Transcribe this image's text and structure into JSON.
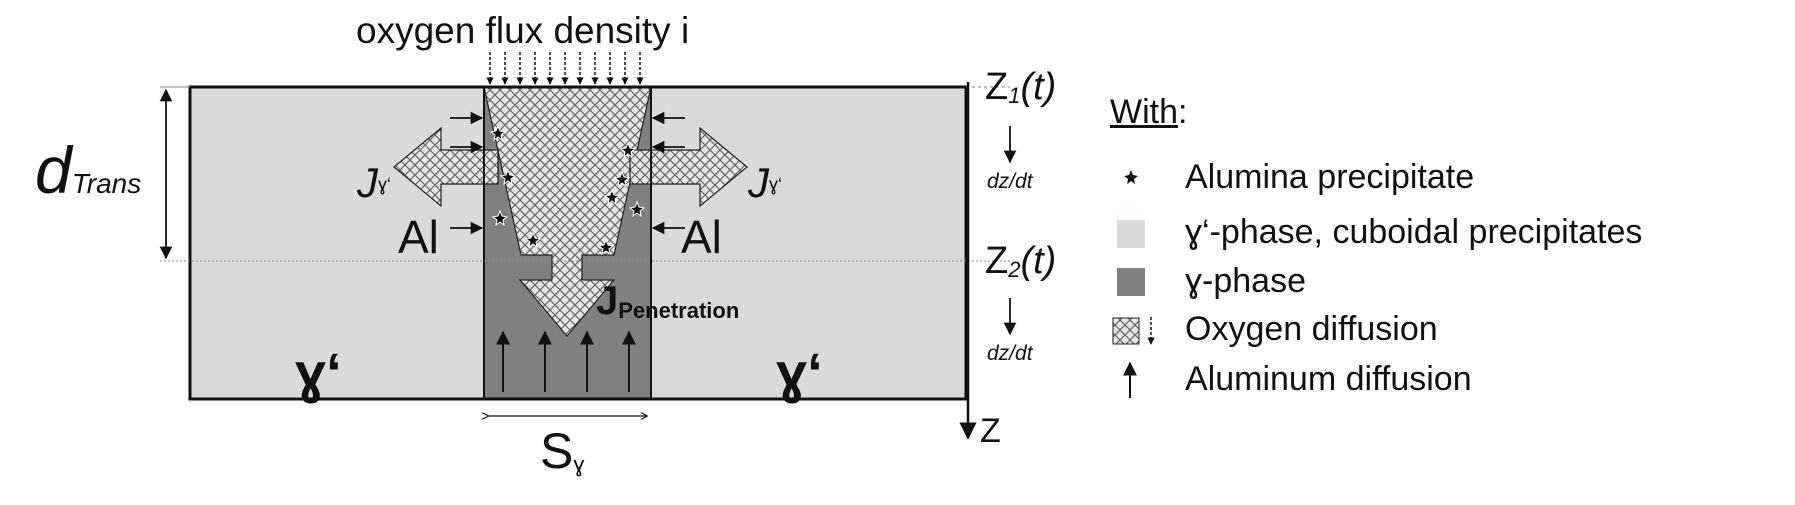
{
  "diagram": {
    "title": "oxygen flux density i",
    "d_main": "d",
    "d_sub": "Trans",
    "z1_main": "Z",
    "z1_sub": "1",
    "z1_tail": "(t)",
    "z2_main": "Z",
    "z2_sub": "2",
    "z2_tail": "(t)",
    "z_axis": "Z",
    "rate1": "dz/dt",
    "rate2": "dz/dt",
    "flux_left": "J",
    "flux_left_sup": "ɣ‘",
    "flux_right": "J",
    "flux_right_sup": "ɣ‘",
    "al_left": "Al",
    "al_right": "Al",
    "penetration_main": "J",
    "penetration_sub": "Penetration",
    "phase_left": "ɣ‘",
    "phase_right": "ɣ‘",
    "width_main": "S",
    "width_sub": "ɣ"
  },
  "legend": {
    "heading": "With",
    "heading_tail": ":",
    "items": [
      {
        "symbol": "star-icon",
        "text": "Alumina precipitate"
      },
      {
        "symbol": "light-square",
        "text": "ɣ‘-phase, cuboidal precipitates"
      },
      {
        "symbol": "dark-square",
        "text": "ɣ-phase"
      },
      {
        "symbol": "hatched-square-arrow-icon",
        "text": "Oxygen diffusion"
      },
      {
        "symbol": "up-arrow-icon",
        "text": "Aluminum diffusion"
      }
    ]
  },
  "colors": {
    "light_phase": "#d9dbdb",
    "dark_phase": "#808080",
    "outline": "#111111"
  }
}
